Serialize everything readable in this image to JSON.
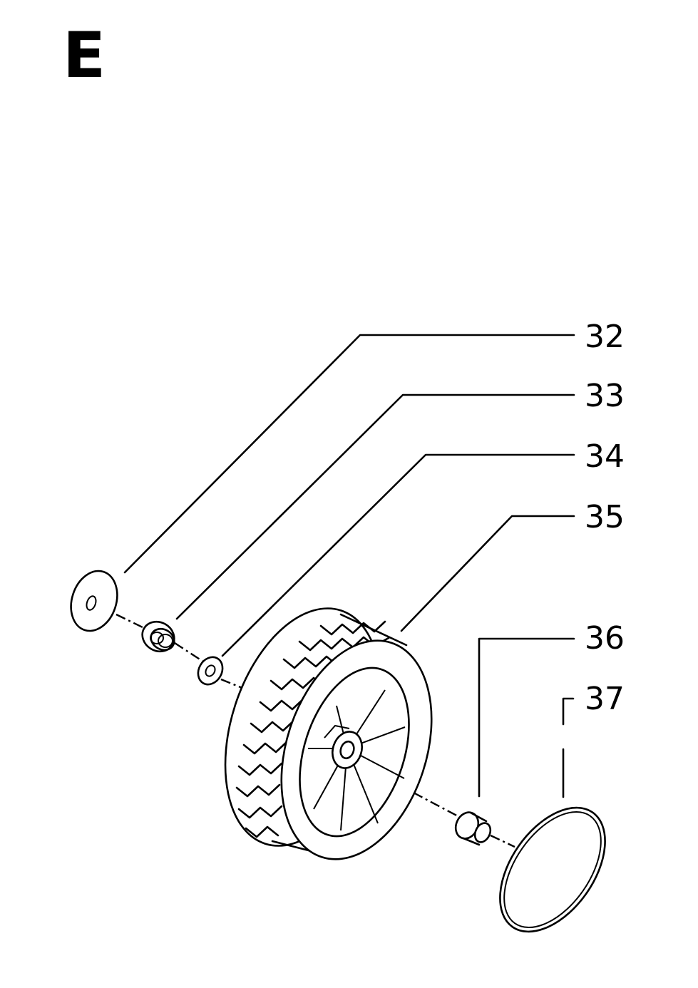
{
  "sheet": {
    "letter": "E"
  },
  "parts": [
    {
      "number": "32",
      "part": "hub-cap"
    },
    {
      "number": "33",
      "part": "nut"
    },
    {
      "number": "34",
      "part": "washer"
    },
    {
      "number": "35",
      "part": "wheel"
    },
    {
      "number": "36",
      "part": "bushing"
    },
    {
      "number": "37",
      "part": "cover-disc"
    }
  ]
}
